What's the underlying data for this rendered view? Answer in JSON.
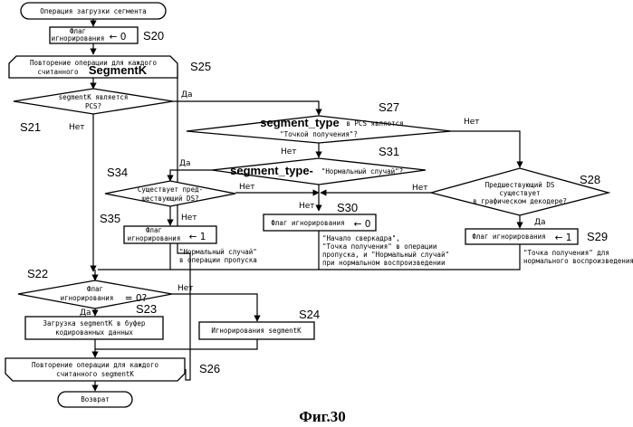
{
  "start_label": "Операция загрузки сегмента",
  "s20": {
    "step": "S20",
    "line1": "Флаг",
    "line2": "игнорирования",
    "value": "← 0"
  },
  "s25": {
    "step": "S25",
    "line1": "Повторение операции для каждого",
    "line2a": "считанного",
    "line2b": "SegmentK"
  },
  "s21": {
    "step": "S21",
    "line1": "segmentK является",
    "line2": "PCS?",
    "yes": "Да",
    "no": "Нет"
  },
  "s27": {
    "step": "S27",
    "big": "segment_type",
    "rest": "в PCS является",
    "line2": "\"Точкой получения\"?",
    "no": "Нет"
  },
  "s31": {
    "step": "S31",
    "big": "segment_type-",
    "rest": "\"Нормальный случай\"?",
    "yes": "Да"
  },
  "s34": {
    "step": "S34",
    "line1": "Существует пред-",
    "line2": "шествующий DS?",
    "no": "Нет",
    "yes": "Нет"
  },
  "s35": {
    "step": "S35",
    "line1": "Флаг",
    "line2": "игнорирования",
    "value": "← 1",
    "note1": "\"Нормальный случай\"",
    "note2": "в операции пропуска"
  },
  "s30": {
    "step": "S30",
    "label": "Флаг игнорирования",
    "value": "← 0",
    "note1": "\"Начало сверкадра\",",
    "note2": "\"Точка получения\" в операции",
    "note3": "пропуска,  и \"Нормальный случай\"",
    "note4": "при нормальном воспроизведении"
  },
  "s28": {
    "step": "S28",
    "line1": "Предшествующий DS",
    "line2": "существует",
    "line3": "в графическом декодере?",
    "no": "Нет",
    "yes": "Да"
  },
  "s29": {
    "step": "S29",
    "label": "Флаг игнорирования",
    "value": "← 1",
    "note1": "\"Точка получения\" для",
    "note2": "нормального воспроизведения"
  },
  "s22": {
    "step": "S22",
    "line1": "Флаг",
    "line2a": "игнорирования",
    "line2b": "= 0?",
    "yes": "Да",
    "no": "Нет"
  },
  "s23": {
    "step": "S23",
    "line1": "Загрузка segmentK в буфер",
    "line2": "кодированных данных"
  },
  "s24": {
    "step": "S24",
    "label": "Игнорирования segmentK"
  },
  "s26": {
    "step": "S26",
    "line1": "Повторение операции для каждого",
    "line2": "считанного segmentK"
  },
  "end_label": "Возврат",
  "figure": "Фиг.30"
}
